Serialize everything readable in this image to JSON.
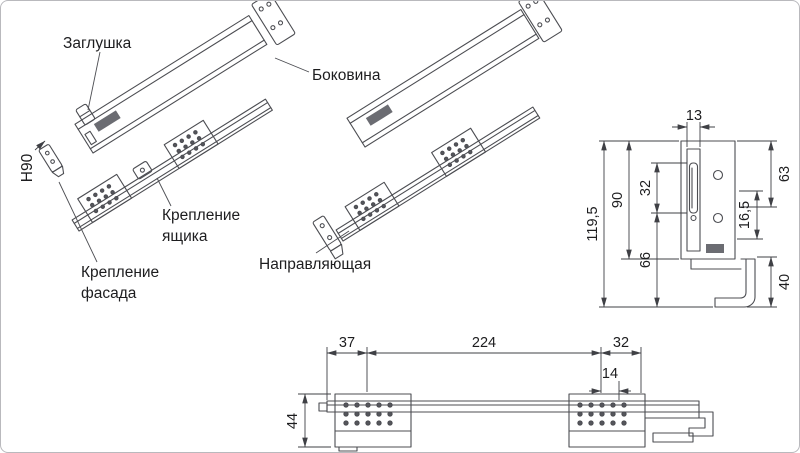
{
  "drawing": {
    "labels": {
      "cap": "Заглушка",
      "side_panel": "Боковина",
      "drawer_mount_l1": "Крепление",
      "drawer_mount_l2": "ящика",
      "front_mount_l1": "Крепление",
      "front_mount_l2": "фасада",
      "rail": "Направляющая",
      "height_code": "H90"
    },
    "dims": {
      "d13": "13",
      "d119_5": "119,5",
      "d90": "90",
      "d32": "32",
      "d66": "66",
      "d63": "63",
      "d16_5": "16,5",
      "d40": "40",
      "d37": "37",
      "d224": "224",
      "d32b": "32",
      "d14": "14",
      "d44": "44"
    },
    "colors": {
      "line": "#4c4d52",
      "dim_line": "#3f4045",
      "text": "#1d1d1f",
      "background": "#ffffff"
    }
  }
}
